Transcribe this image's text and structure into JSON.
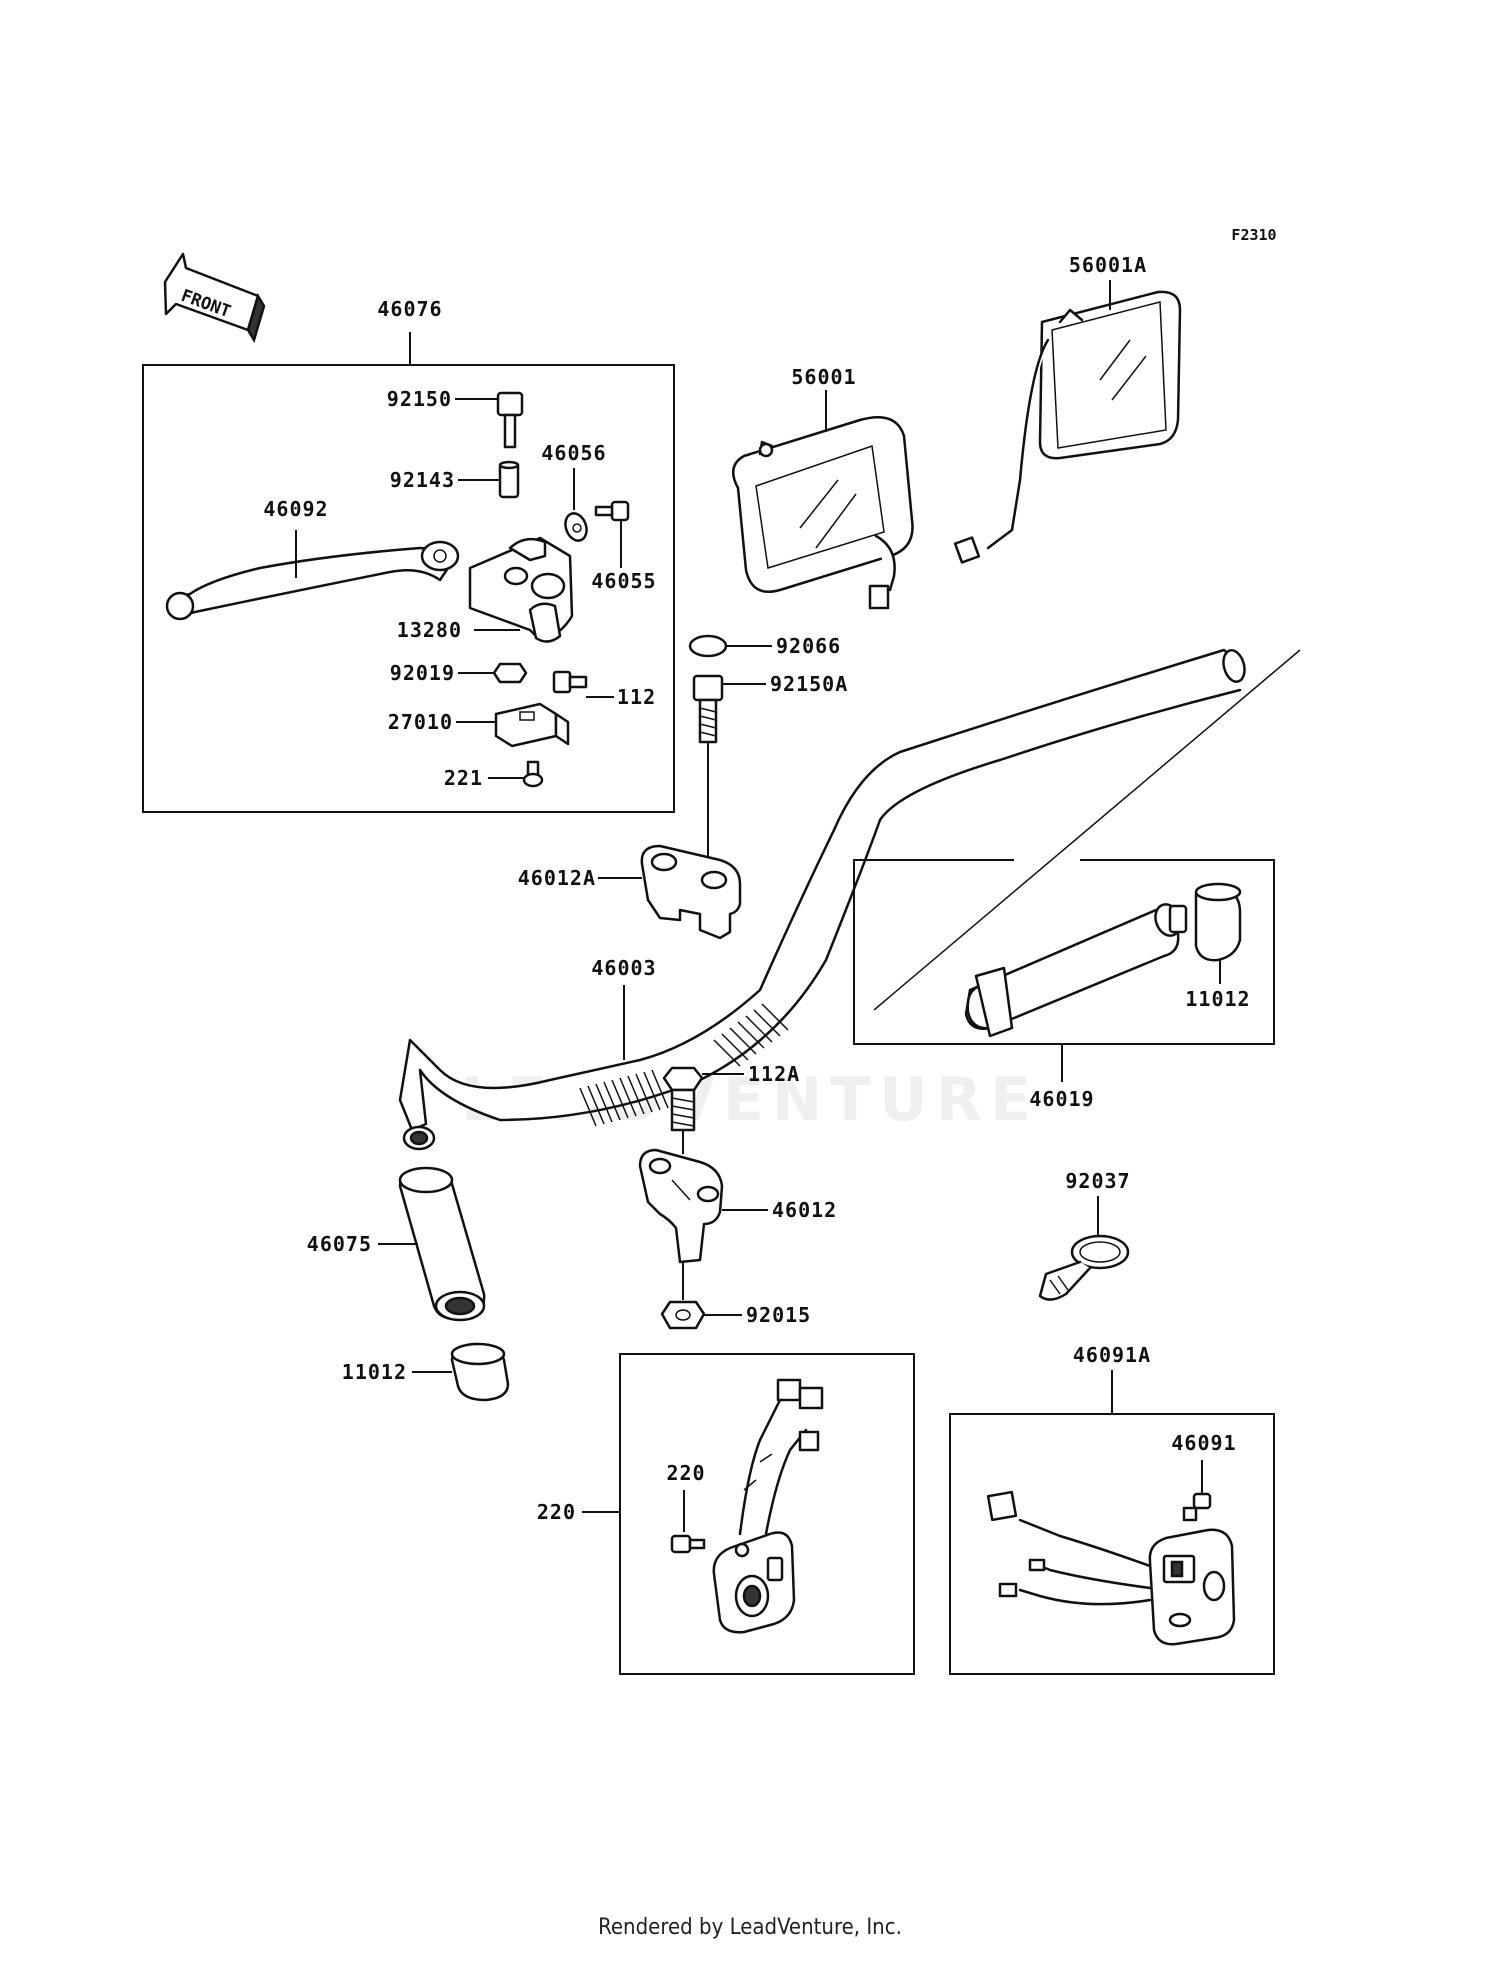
{
  "figure_code": "F2310",
  "front_label": "FRONT",
  "watermark": "LEADVENTURE",
  "footer": "Rendered by LeadVenture, Inc.",
  "callouts": [
    {
      "key": "46076",
      "label": "46076"
    },
    {
      "key": "92150",
      "label": "92150"
    },
    {
      "key": "46056",
      "label": "46056"
    },
    {
      "key": "92143",
      "label": "92143"
    },
    {
      "key": "46092",
      "label": "46092"
    },
    {
      "key": "46055",
      "label": "46055"
    },
    {
      "key": "13280",
      "label": "13280"
    },
    {
      "key": "92019",
      "label": "92019"
    },
    {
      "key": "112",
      "label": "112"
    },
    {
      "key": "27010",
      "label": "27010"
    },
    {
      "key": "221",
      "label": "221"
    },
    {
      "key": "56001A",
      "label": "56001A"
    },
    {
      "key": "56001",
      "label": "56001"
    },
    {
      "key": "92066",
      "label": "92066"
    },
    {
      "key": "92150A",
      "label": "92150A"
    },
    {
      "key": "46012A",
      "label": "46012A"
    },
    {
      "key": "46003",
      "label": "46003"
    },
    {
      "key": "11012-right",
      "label": "11012"
    },
    {
      "key": "46019",
      "label": "46019"
    },
    {
      "key": "112A",
      "label": "112A"
    },
    {
      "key": "46012",
      "label": "46012"
    },
    {
      "key": "92037",
      "label": "92037"
    },
    {
      "key": "46075",
      "label": "46075"
    },
    {
      "key": "92015",
      "label": "92015"
    },
    {
      "key": "11012-left",
      "label": "11012"
    },
    {
      "key": "46091A",
      "label": "46091A"
    },
    {
      "key": "220-left",
      "label": "220"
    },
    {
      "key": "220-right",
      "label": "220"
    },
    {
      "key": "46091",
      "label": "46091"
    }
  ]
}
